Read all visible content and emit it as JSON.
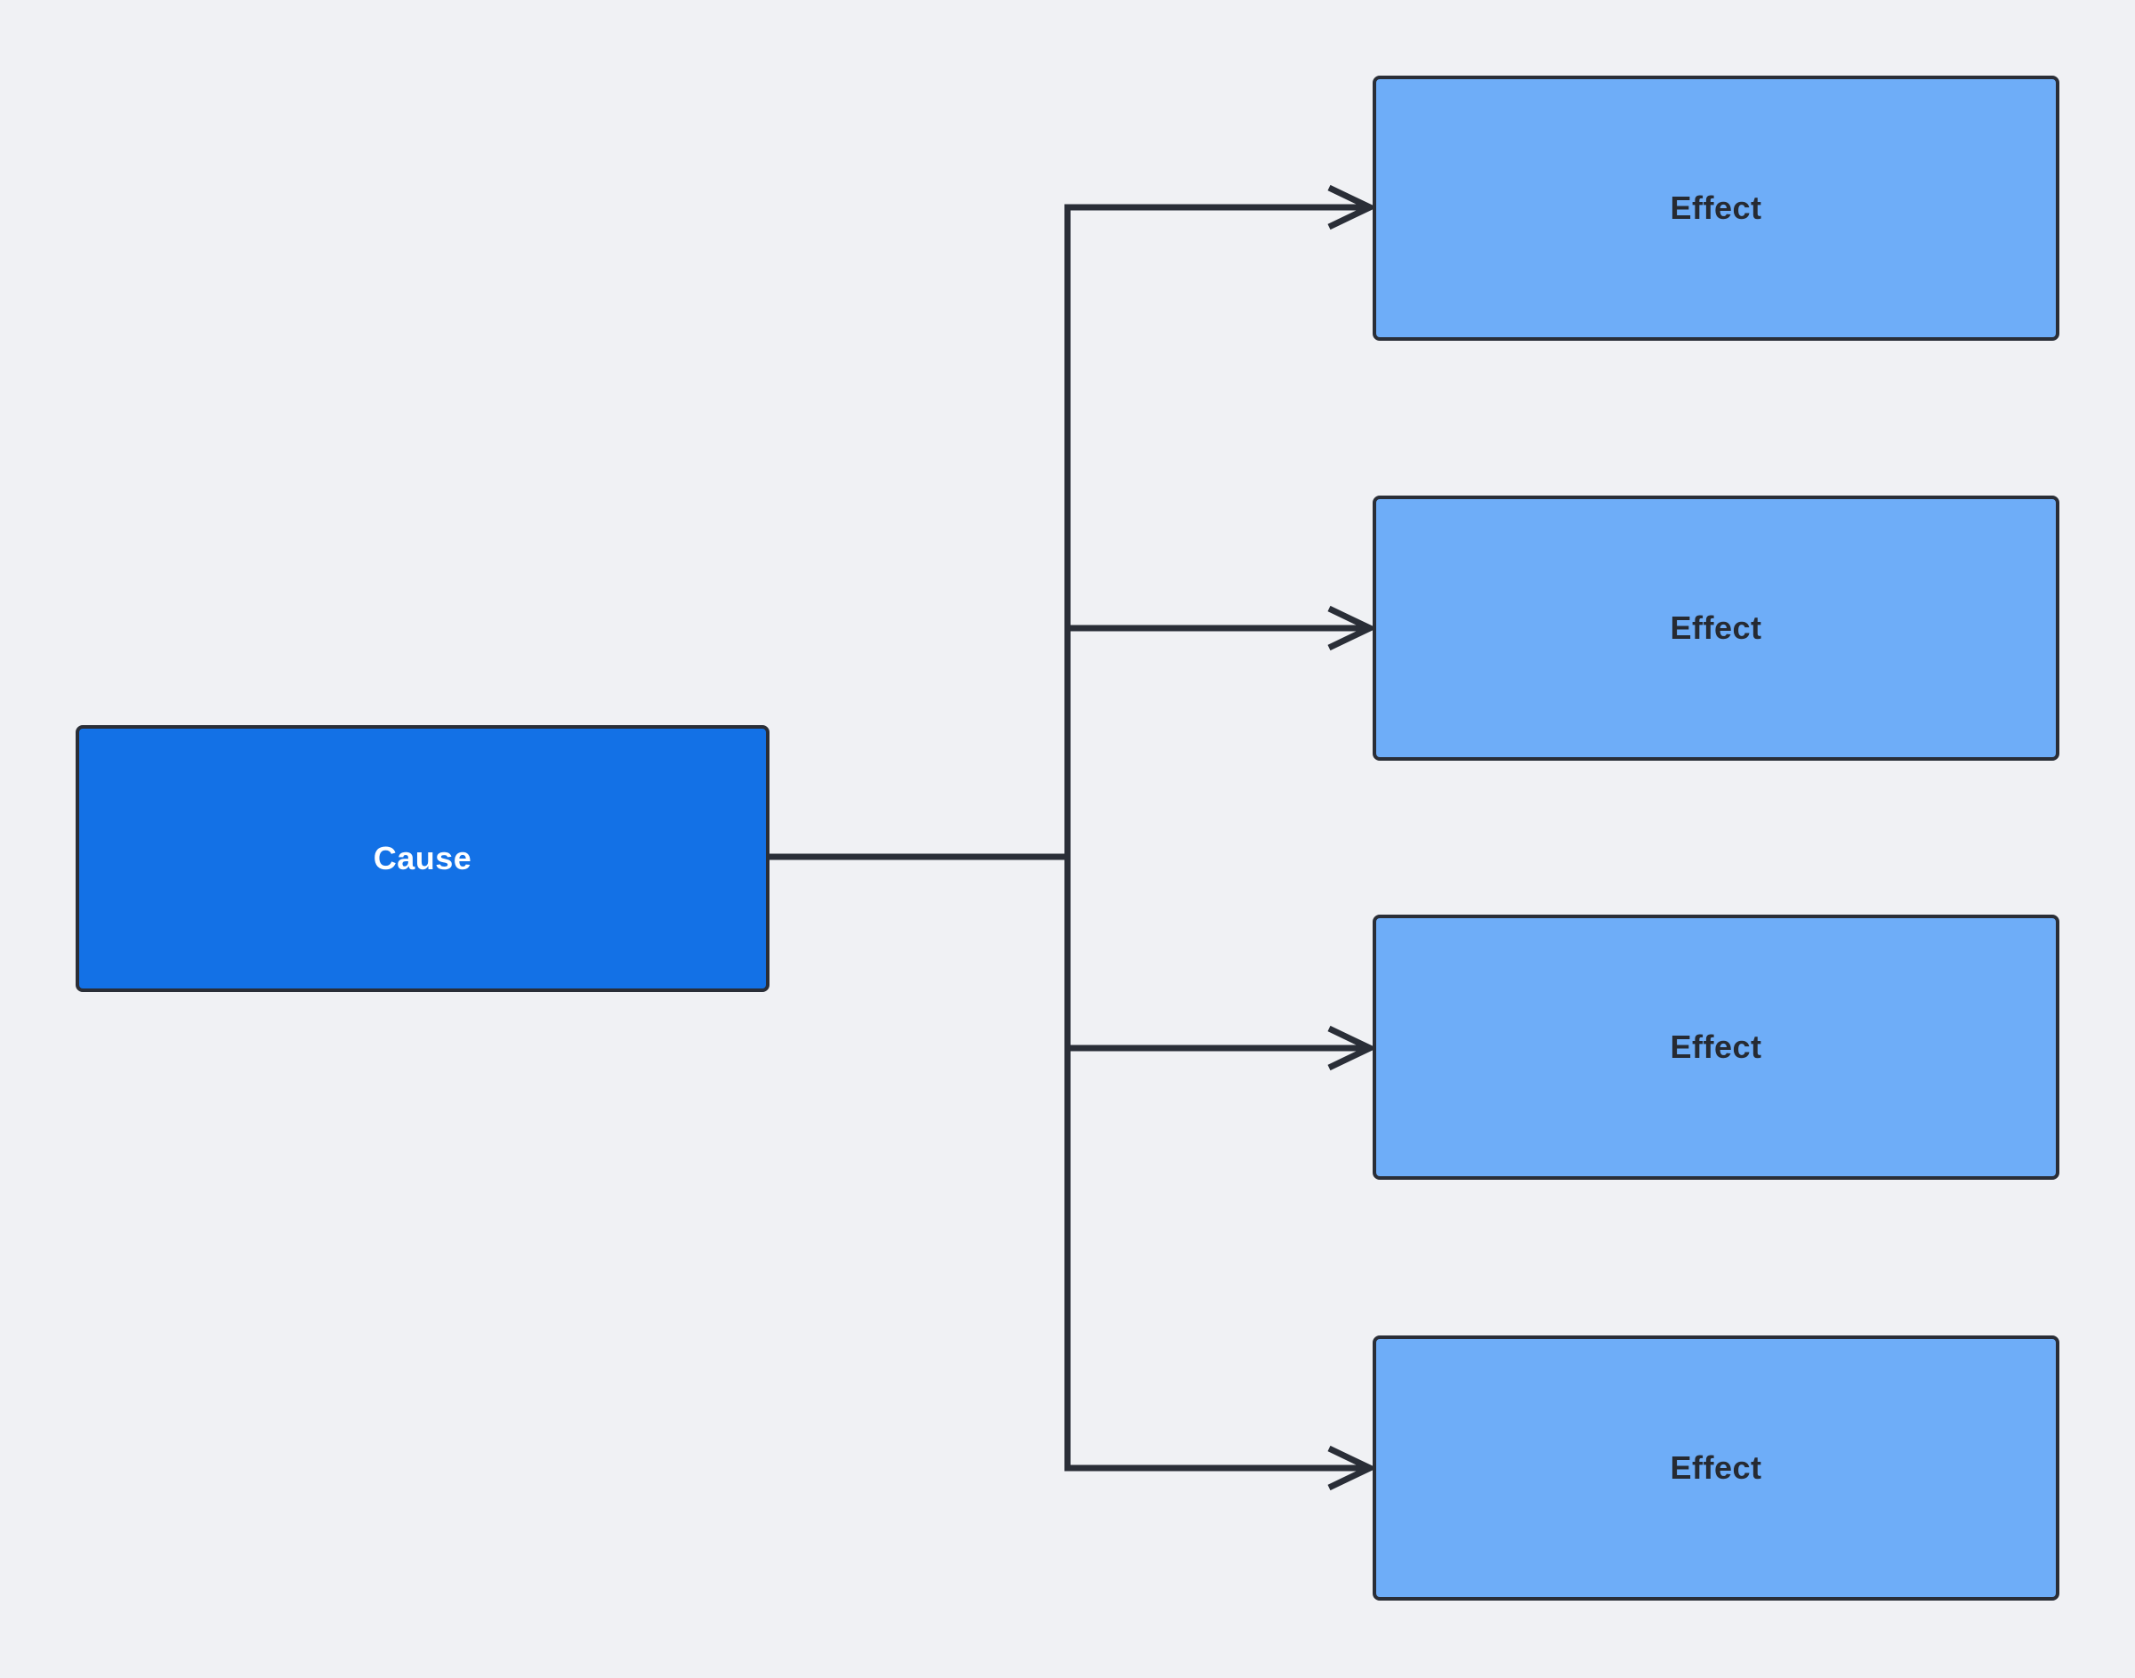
{
  "canvas": {
    "background": "#F0F1F4",
    "connector_color": "#2A2E37"
  },
  "nodes": {
    "cause": {
      "label": "Cause",
      "fill": "#1371E6",
      "border": "#2A2E37",
      "text_color": "#FFFFFF"
    },
    "effects": [
      {
        "label": "Effect"
      },
      {
        "label": "Effect"
      },
      {
        "label": "Effect"
      },
      {
        "label": "Effect"
      }
    ],
    "effect_style": {
      "fill": "#6EADF8",
      "border": "#2A2E37",
      "text_color": "#262A32"
    }
  }
}
